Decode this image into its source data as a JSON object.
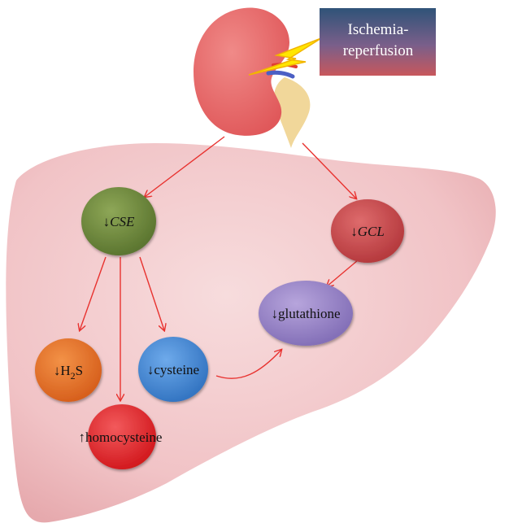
{
  "diagram": {
    "badge": {
      "line1": "Ischemia-",
      "line2": "reperfusion"
    },
    "nodes": {
      "cse": {
        "arrow": "↓",
        "text": "CSE",
        "color": "#6f8a3a"
      },
      "gcl": {
        "arrow": "↓",
        "text": "GCL",
        "color": "#c9474a"
      },
      "glutathione": {
        "arrow": "↓",
        "text": "glutathione",
        "color": "#9b86c8"
      },
      "h2s": {
        "arrow": "↓",
        "text": "H",
        "sub": "2",
        "tail": "S",
        "color": "#e2722a"
      },
      "cysteine": {
        "arrow": "↓",
        "text": "cysteine",
        "color": "#4a8fd6"
      },
      "homocysteine": {
        "arrow": "↑",
        "text": "homocysteine",
        "color": "#e3262b"
      }
    },
    "colors": {
      "kidney": "#e86a6a",
      "ureter": "#f1d79a",
      "liver": "#f2c4c6",
      "arrow": "#e8322f",
      "lightning": "#ffe600",
      "badge_top": "#2f5378",
      "badge_bottom": "#c8575c"
    }
  }
}
